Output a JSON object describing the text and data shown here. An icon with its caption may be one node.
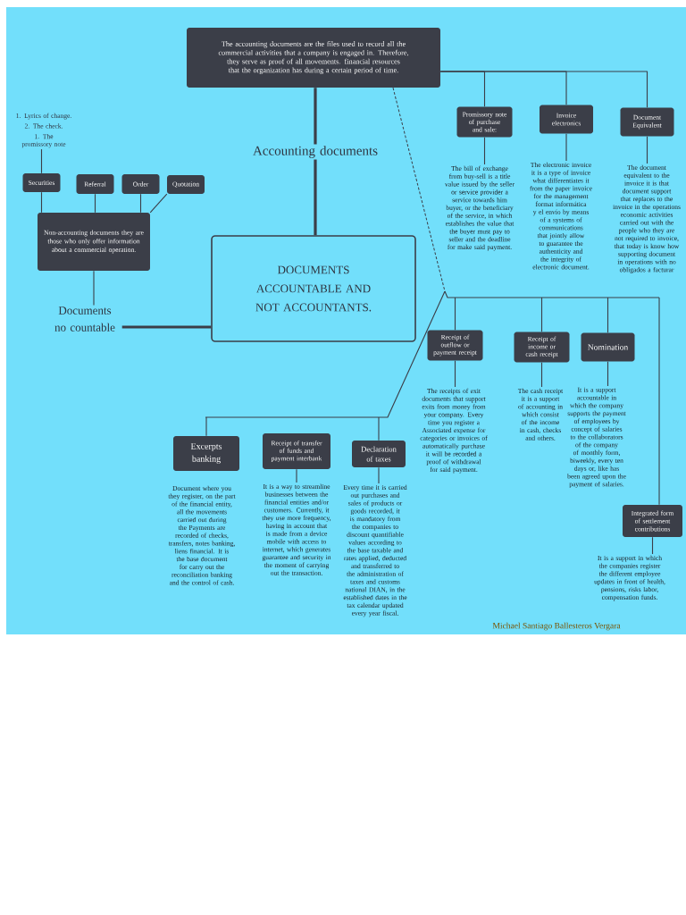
{
  "diagram": {
    "nodes": [
      {
        "text": [
          "The accounting documents are the files used to record all the commercial activities that a company is engaged in. Therefore, they serve as proof of all movements. financial resources that the organization has during a certain period of time."
        ]
      },
      {
        "text": [
          "Accounting documents"
        ]
      },
      {
        "text": [
          "DOCUMENTS ACCOUNTABLE AND NOT ACCOUNTANTS."
        ]
      },
      {
        "text": [
          "Non-accounting documents they are those who only offer information about a commercial operation."
        ]
      },
      {
        "text": [
          "Documents no countable"
        ]
      },
      {
        "text": [
          "Securities"
        ]
      },
      {
        "text": [
          "Referral"
        ]
      },
      {
        "text": [
          "Order"
        ]
      },
      {
        "text": [
          "Quotation"
        ]
      },
      {
        "text": [
          "1. Lyrics of change.",
          "2. The check.",
          "1. The promissory note"
        ]
      },
      {
        "text": [
          "Promissory note of purchase and sale:"
        ]
      },
      {
        "text": [
          "Invoice electronics"
        ]
      },
      {
        "text": [
          "Document Equivalent"
        ]
      },
      {
        "text": [
          "The bill of exchange from buy-sell is a title value issued by the seller or service provider a service towards him buyer, or the beneficiary of the service, in which establishes the value that the buyer must pay to seller and the deadline for make said payment."
        ]
      },
      {
        "text": [
          "The electronic invoice it is a type of invoice what differentiates it from the paper invoice for the management format informática y el envío by means of a systems of communications that jointly allow to guarantee the authenticity and the integrity of electronic document."
        ]
      },
      {
        "text": [
          "The document equivalent to the invoice it is that document support that replaces to the invoice in the operations economic activities carried out with the people who they are not required to invoice, that today is know how supporting document in operations with no obligados a facturar"
        ]
      },
      {
        "text": [
          "Receipt of outflow or payment receipt"
        ]
      },
      {
        "text": [
          "Receipt of income or cash receipt"
        ]
      },
      {
        "text": [
          "Nomination"
        ]
      },
      {
        "text": [
          "Integrated form of settlement contributions"
        ]
      },
      {
        "text": [
          "The receipts of exit documents that support exits from money from your company. Every time you register a Associated expense for categories or invoices of automatically purchase it will be recorded a proof of withdrawal for said payment."
        ]
      },
      {
        "text": [
          "The cash receipt it is a support of accounting in which consist of the income in cash, checks and others."
        ]
      },
      {
        "text": [
          "It is a support accountable in which the company supports the payment of employees by concept of salaries to the collaborators of the company of monthly form, biweekly, every ten days or, like has been agreed upon the payment of salaries."
        ]
      },
      {
        "text": [
          "It is a support in which the companies register the different employee updates in front of health, pensions, risks labor, compensation funds."
        ]
      },
      {
        "text": [
          "Excerpts banking"
        ]
      },
      {
        "text": [
          "Receipt of transfer of funds and payment interbank"
        ]
      },
      {
        "text": [
          "Declaration of taxes"
        ]
      },
      {
        "text": [
          "Document where you they register, on the part of the financial entity, all the movements carried out during the Payments are recorded of checks, transfers, notes banking, liens financial. It is the base document for carry out the reconciliation banking and the control of cash."
        ]
      },
      {
        "text": [
          "It is a way to streamline businesses between the financial entities and/or customers. Currently, it they use more frequency, having in account that is made from a device mobile with access to internet, which generates guarantee and security in the moment of carrying out the transaction."
        ]
      },
      {
        "text": [
          "Every time it is carried out purchases and sales of products or goods recorded, it is mandatory from the companies to discount quantifiable values according to the base taxable and rates applied, deducted and transferred to the administration of taxes and customs national DIAN, in the established dates in the tax calendar updated every year fiscal."
        ]
      }
    ],
    "edges": [
      {
        "from": 0,
        "to": 1,
        "arrow": "none",
        "style": "thick"
      },
      {
        "from": 1,
        "to": 2,
        "arrow": "none",
        "style": "thick"
      },
      {
        "from": 0,
        "to": 10,
        "arrow": "none"
      },
      {
        "from": 0,
        "to": 11,
        "arrow": "none"
      },
      {
        "from": 0,
        "to": 12,
        "arrow": "none"
      },
      {
        "from": 10,
        "to": 13,
        "arrow": "none"
      },
      {
        "from": 11,
        "to": 14,
        "arrow": "none"
      },
      {
        "from": 12,
        "to": 15,
        "arrow": "none"
      },
      {
        "from": 0,
        "to": 16,
        "arrow": "none"
      },
      {
        "from": 0,
        "to": 17,
        "arrow": "none"
      },
      {
        "from": 0,
        "to": 18,
        "arrow": "none"
      },
      {
        "from": 0,
        "to": 19,
        "arrow": "none"
      },
      {
        "from": 0,
        "to": 24,
        "arrow": "none"
      },
      {
        "from": 0,
        "to": 26,
        "arrow": "none"
      },
      {
        "from": 16,
        "to": 20,
        "arrow": "none"
      },
      {
        "from": 17,
        "to": 21,
        "arrow": "none"
      },
      {
        "from": 18,
        "to": 22,
        "arrow": "none"
      },
      {
        "from": 19,
        "to": 23,
        "arrow": "none"
      },
      {
        "from": 25,
        "to": 28,
        "arrow": "none"
      },
      {
        "from": 26,
        "to": 29,
        "arrow": "none"
      },
      {
        "from": 4,
        "to": 2,
        "arrow": "none",
        "style": "thick"
      },
      {
        "from": 3,
        "to": 4,
        "arrow": "none"
      },
      {
        "from": 3,
        "to": 5,
        "arrow": "none"
      },
      {
        "from": 3,
        "to": 6,
        "arrow": "none"
      },
      {
        "from": 3,
        "to": 7,
        "arrow": "none"
      },
      {
        "from": 3,
        "to": 8,
        "arrow": "none"
      },
      {
        "from": 5,
        "to": 9,
        "arrow": "none"
      }
    ],
    "labels": [
      "Michael Santiago Ballesteros Vergara"
    ]
  }
}
